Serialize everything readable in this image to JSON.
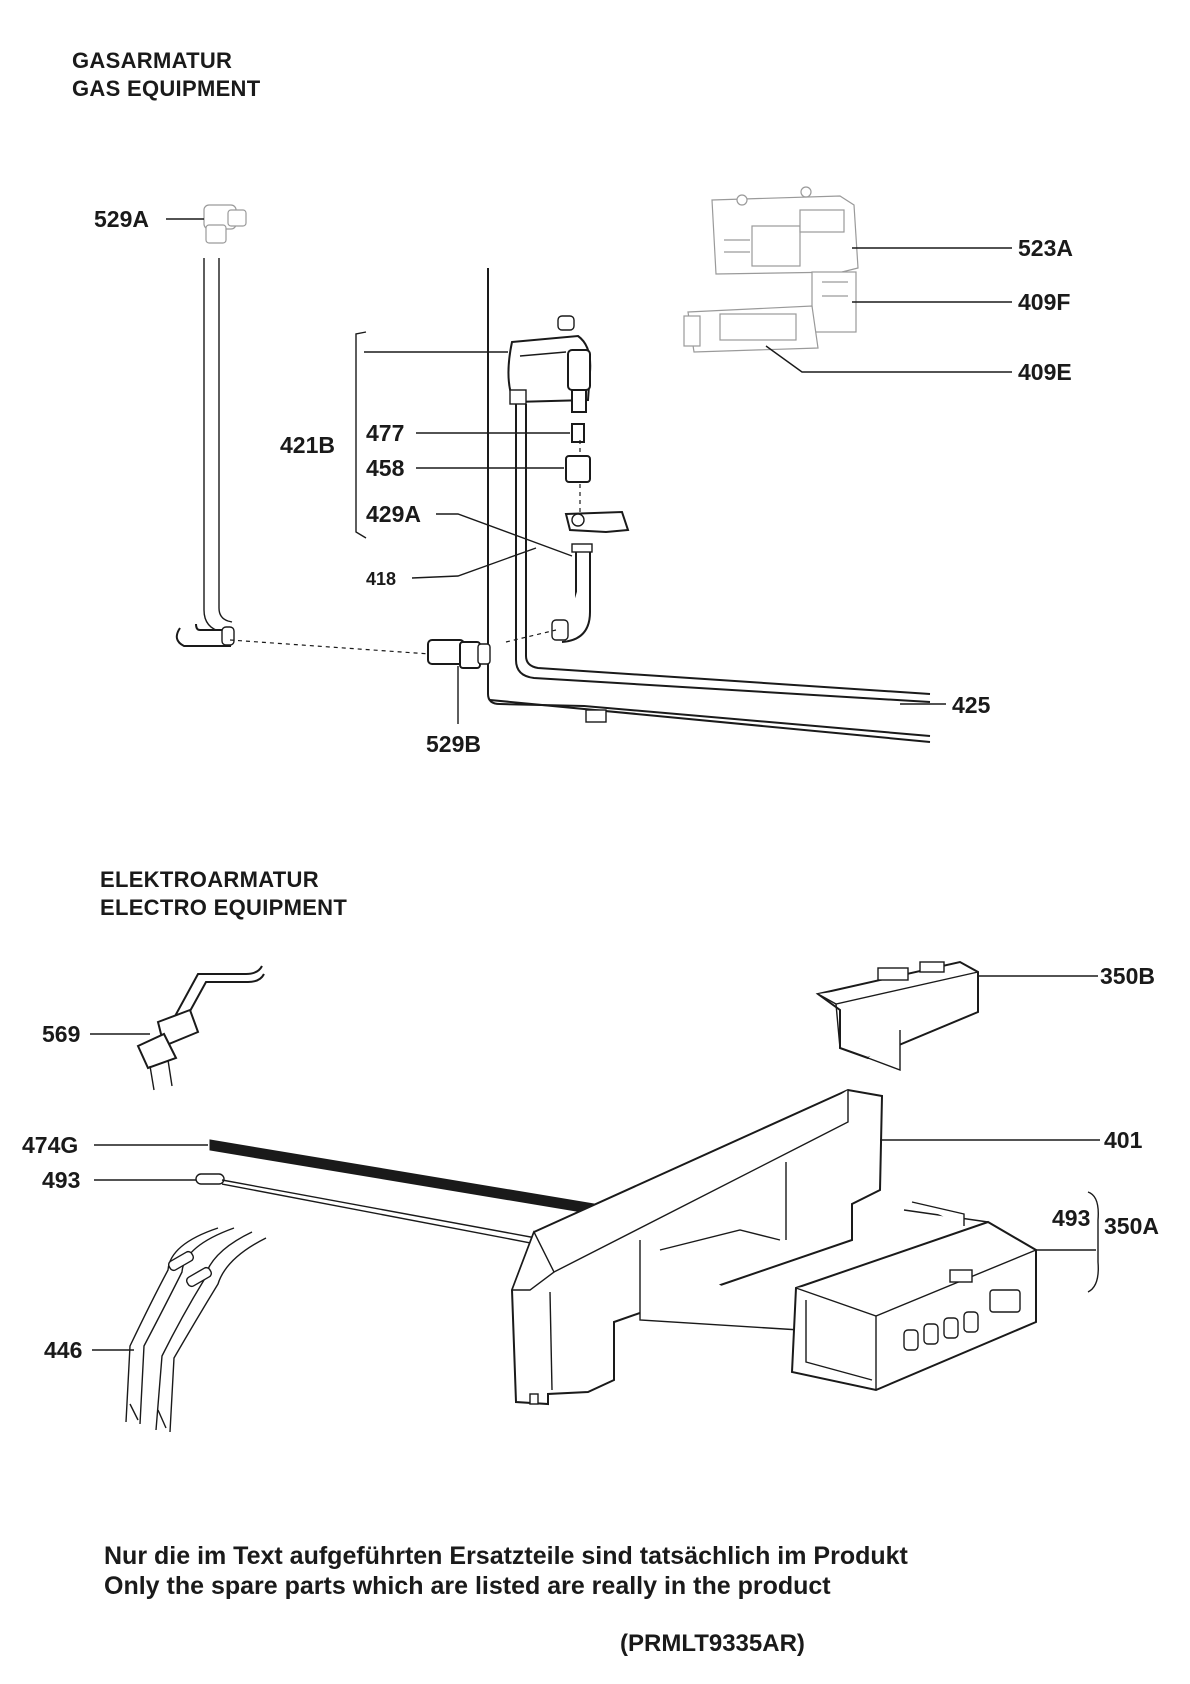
{
  "headings": {
    "gas_de": "GASARMATUR",
    "gas_en": "GAS EQUIPMENT",
    "electro_de": "ELEKTROARMATUR",
    "electro_en": "ELECTRO EQUIPMENT"
  },
  "gas_labels": {
    "p529a": "529A",
    "p523a": "523A",
    "p409f": "409F",
    "p409e": "409E",
    "p421b": "421B",
    "p477": "477",
    "p458": "458",
    "p429a": "429A",
    "p418": "418",
    "p425": "425",
    "p529b": "529B"
  },
  "electro_labels": {
    "p350b": "350B",
    "p569": "569",
    "p474g": "474G",
    "p401": "401",
    "p493_left": "493",
    "p493_right": "493",
    "p350a": "350A",
    "p446": "446"
  },
  "footer": {
    "note_de": "Nur die im Text aufgeführten Ersatzteile sind tatsächlich im Produkt",
    "note_en": "Only the spare parts which are listed are really in the product",
    "code": "(PRMLT9335AR)"
  },
  "colors": {
    "ink": "#1a1a1a",
    "faint": "#9a9a9a",
    "paper": "#ffffff"
  }
}
